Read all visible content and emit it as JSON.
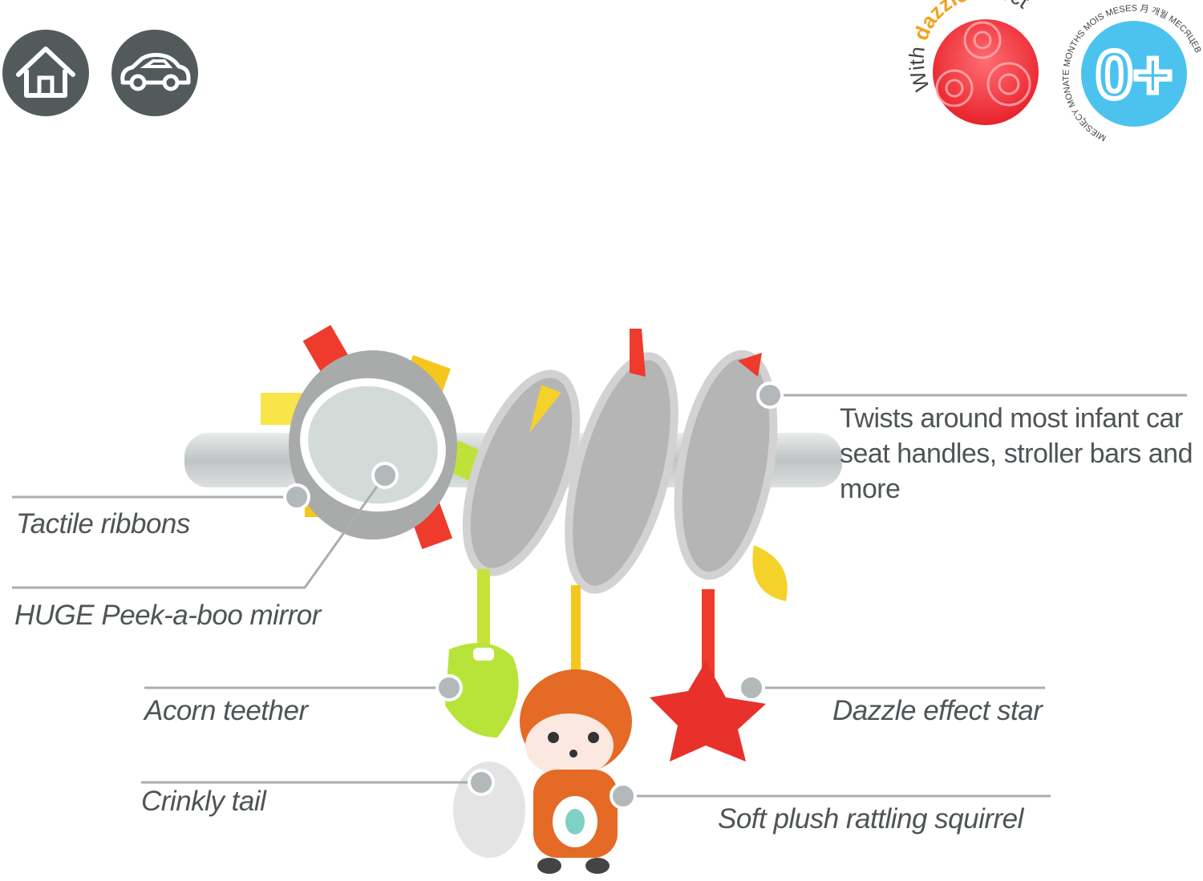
{
  "icons": {
    "home": "home-icon",
    "car": "car-icon"
  },
  "badges": {
    "dazzle": {
      "prefix": "With",
      "highlight": "dazzle",
      "suffix": "effect"
    },
    "age": {
      "value": "0+",
      "ring_text": "MIESIĘCY MONATE MONTHS MOIS MESES 月 개월 МЕСЯЦЕВ"
    }
  },
  "callouts": {
    "tactile_ribbons": "Tactile ribbons",
    "mirror": "HUGE Peek-a-boo mirror",
    "acorn_teether": "Acorn teether",
    "crinkly_tail": "Crinkly tail",
    "twists": "Twists around most infant car seat handles, stroller bars and more",
    "dazzle_star": "Dazzle effect star",
    "squirrel": "Soft plush rattling squirrel"
  },
  "colors": {
    "icon_bg": "#535a5c",
    "callout_line": "#a9aeb0",
    "dot": "#b3b8ba",
    "age_badge": "#4cc3ee",
    "dazzle_red": "#f0353b"
  }
}
